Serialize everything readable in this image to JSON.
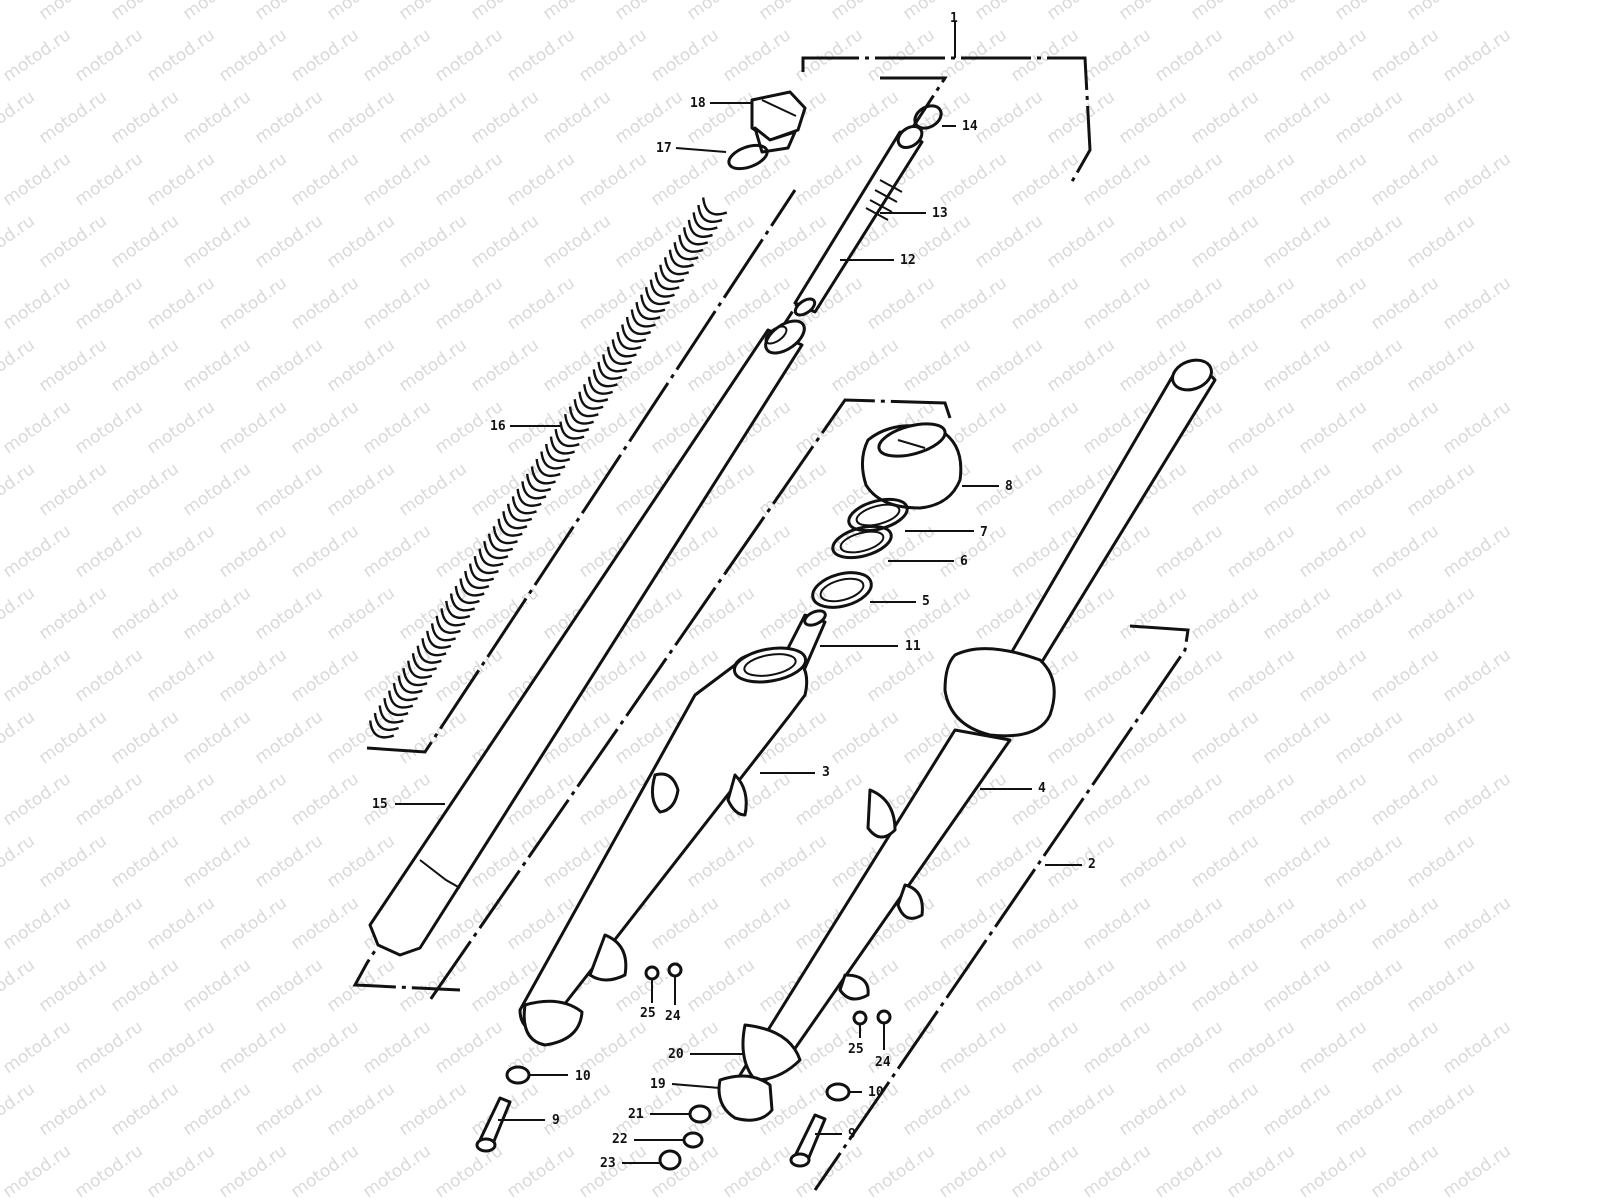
{
  "watermark": "motod.ru",
  "callouts": [
    {
      "id": "c1",
      "label": "1"
    },
    {
      "id": "c2",
      "label": "2"
    },
    {
      "id": "c3",
      "label": "3"
    },
    {
      "id": "c4",
      "label": "4"
    },
    {
      "id": "c5",
      "label": "5"
    },
    {
      "id": "c6",
      "label": "6"
    },
    {
      "id": "c7",
      "label": "7"
    },
    {
      "id": "c8",
      "label": "8"
    },
    {
      "id": "c9a",
      "label": "9"
    },
    {
      "id": "c9b",
      "label": "9"
    },
    {
      "id": "c10a",
      "label": "10"
    },
    {
      "id": "c10b",
      "label": "10"
    },
    {
      "id": "c11",
      "label": "11"
    },
    {
      "id": "c12",
      "label": "12"
    },
    {
      "id": "c13",
      "label": "13"
    },
    {
      "id": "c14",
      "label": "14"
    },
    {
      "id": "c15",
      "label": "15"
    },
    {
      "id": "c16",
      "label": "16"
    },
    {
      "id": "c17",
      "label": "17"
    },
    {
      "id": "c18",
      "label": "18"
    },
    {
      "id": "c19",
      "label": "19"
    },
    {
      "id": "c20",
      "label": "20"
    },
    {
      "id": "c21",
      "label": "21"
    },
    {
      "id": "c22",
      "label": "22"
    },
    {
      "id": "c23",
      "label": "23"
    },
    {
      "id": "c24a",
      "label": "24"
    },
    {
      "id": "c24b",
      "label": "24"
    },
    {
      "id": "c25a",
      "label": "25"
    },
    {
      "id": "c25b",
      "label": "25"
    }
  ]
}
